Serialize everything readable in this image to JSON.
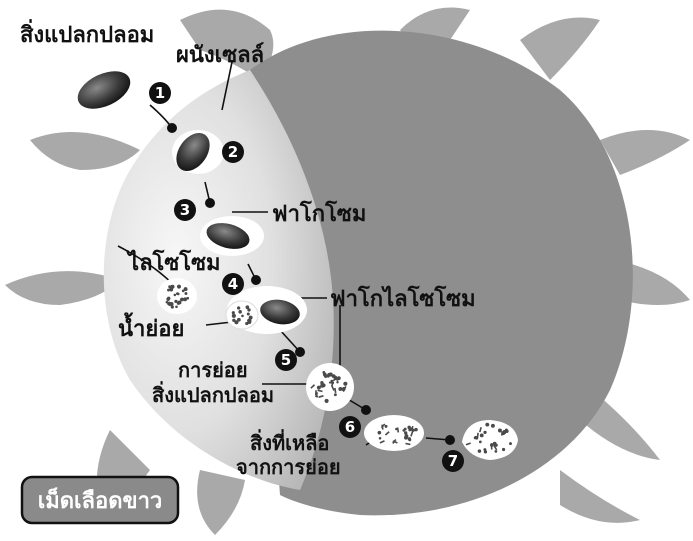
{
  "labels": {
    "foreign_object": "สิ่งแปลกปลอม",
    "cell_membrane": "ผนังเซลล์",
    "phagosome": "ฟาโกโซม",
    "lysosome": "ไลโซโซม",
    "enzyme": "น้ำย่อย",
    "phagolysosome": "ฟาโกไลโซโซม",
    "digestion_line1": "การย่อย",
    "digestion_line2": "สิ่งแปลกปลอม",
    "residue_line1": "สิ่งที่เหลือ",
    "residue_line2": "จากการย่อย"
  },
  "steps": [
    "1",
    "2",
    "3",
    "4",
    "5",
    "6",
    "7"
  ],
  "badge": "เม็ดเลือดขาว",
  "colors": {
    "cell_light": "#ececec",
    "cell_dark": "#8e8e8e",
    "pseudopod": "#a9a9a9",
    "badge_fill": "#8a8a8a",
    "particle": "#4a4a4a"
  }
}
